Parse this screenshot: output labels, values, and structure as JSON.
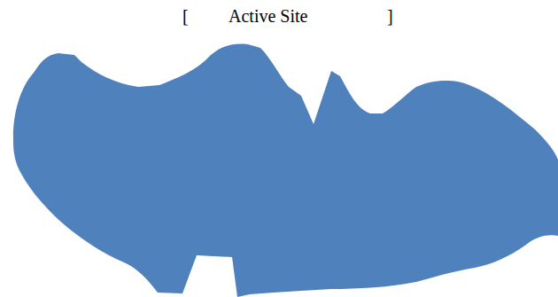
{
  "diagram": {
    "labels": [
      "[",
      "Active Site",
      "]"
    ]
  }
}
